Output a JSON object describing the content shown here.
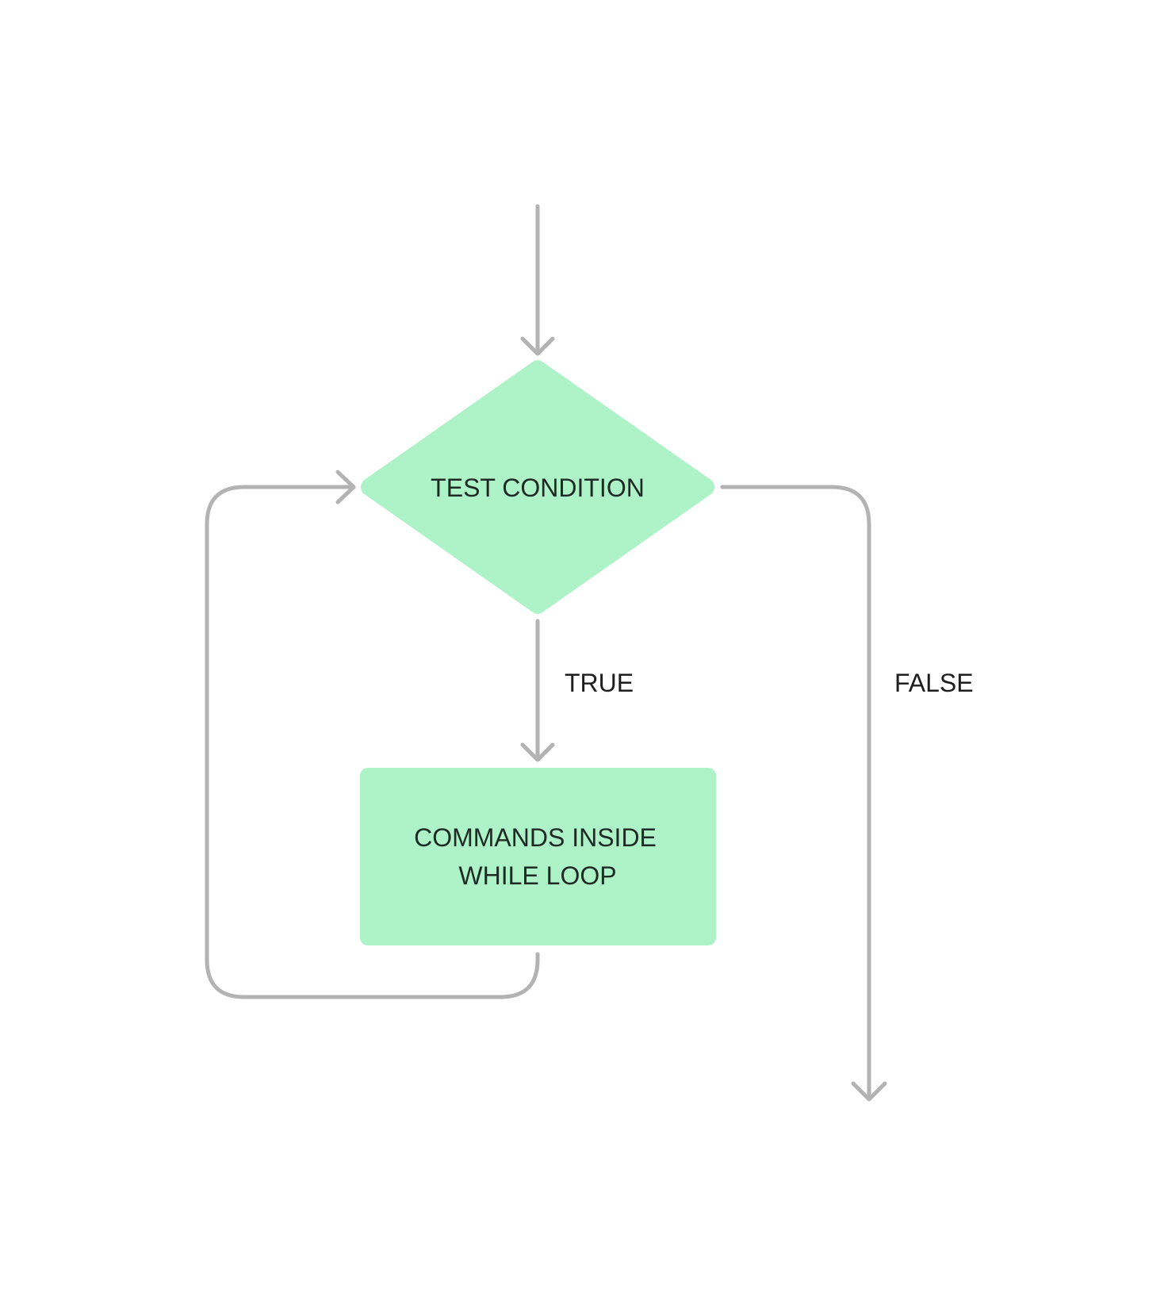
{
  "diagram": {
    "decision": {
      "label": "TEST CONDITION"
    },
    "process": {
      "line1": "COMMANDS INSIDE",
      "line2": "WHILE LOOP"
    },
    "edges": {
      "true_label": "TRUE",
      "false_label": "FALSE"
    }
  },
  "colors": {
    "node_fill": "#aef3c8",
    "connector": "#b3b3b3",
    "text": "#1f2a24"
  }
}
